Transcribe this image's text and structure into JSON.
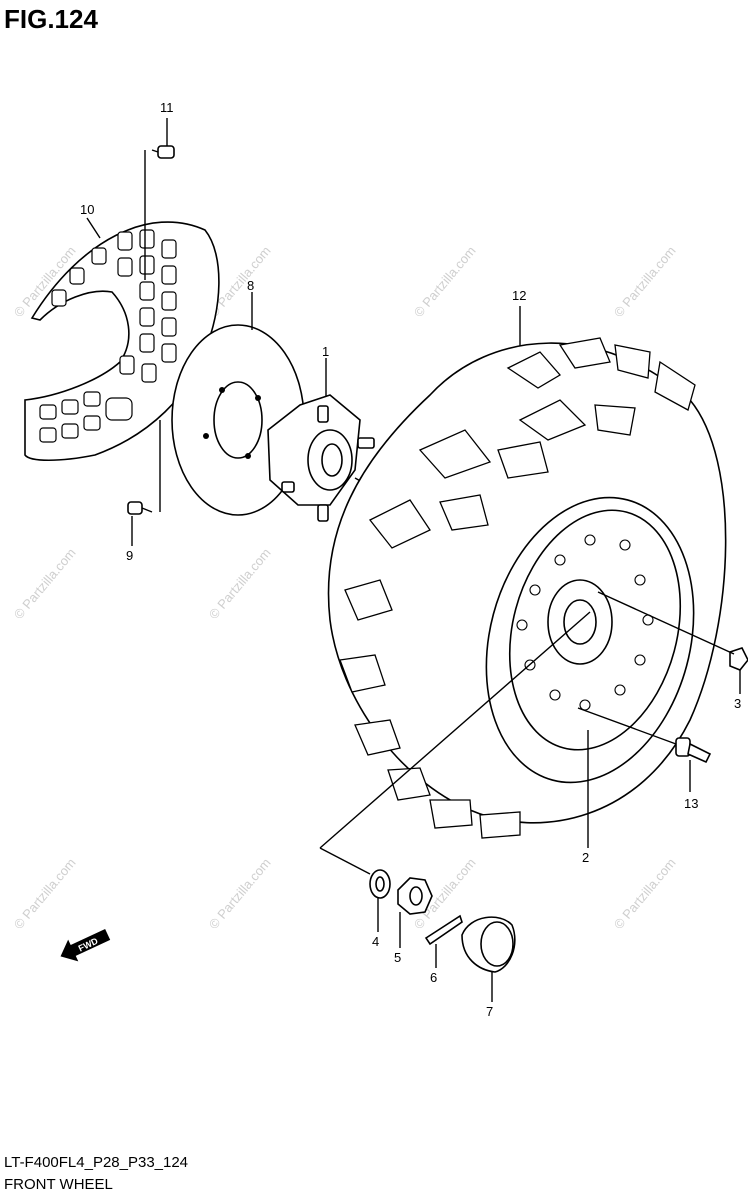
{
  "figure": {
    "title": "FIG.124"
  },
  "footer": {
    "model_code": "LT-F400FL4_P28_P33_124",
    "section_name": "FRONT WHEEL"
  },
  "fwd_badge": "FWD",
  "watermark": "© Partzilla.com",
  "callouts": [
    "1",
    "2",
    "3",
    "4",
    "5",
    "6",
    "7",
    "8",
    "9",
    "10",
    "11",
    "12",
    "13"
  ]
}
